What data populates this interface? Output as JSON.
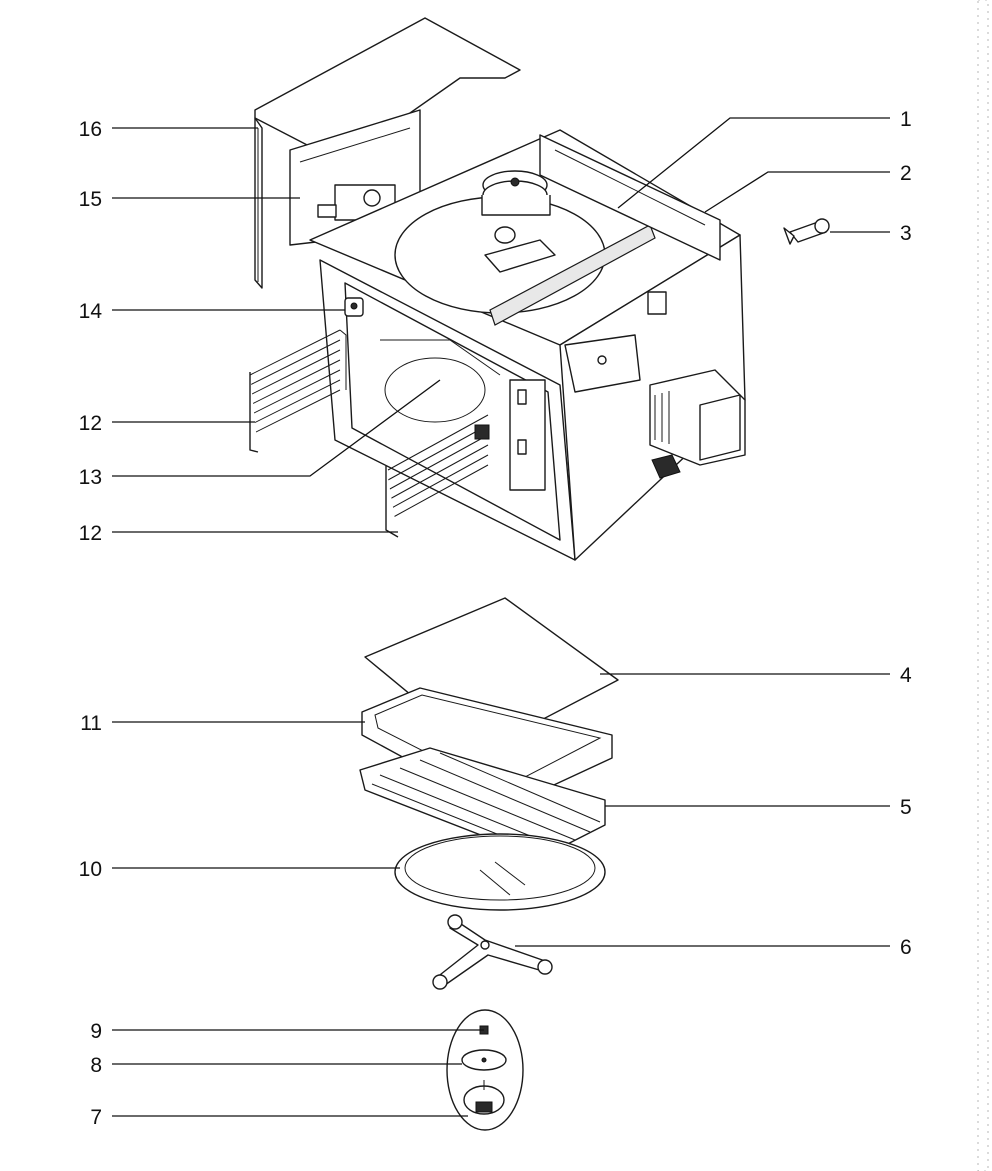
{
  "colors": {
    "line": "#111111",
    "background": "#ffffff",
    "shading": "#2a2a2a"
  },
  "callouts": [
    {
      "id": "1",
      "label": "1"
    },
    {
      "id": "2",
      "label": "2"
    },
    {
      "id": "3",
      "label": "3"
    },
    {
      "id": "4",
      "label": "4"
    },
    {
      "id": "5",
      "label": "5"
    },
    {
      "id": "6",
      "label": "6"
    },
    {
      "id": "7",
      "label": "7"
    },
    {
      "id": "8",
      "label": "8"
    },
    {
      "id": "9",
      "label": "9"
    },
    {
      "id": "10",
      "label": "10"
    },
    {
      "id": "11",
      "label": "11"
    },
    {
      "id": "12a",
      "label": "12"
    },
    {
      "id": "12b",
      "label": "12"
    },
    {
      "id": "13",
      "label": "13"
    },
    {
      "id": "14",
      "label": "14"
    },
    {
      "id": "15",
      "label": "15"
    },
    {
      "id": "16",
      "label": "16"
    }
  ]
}
